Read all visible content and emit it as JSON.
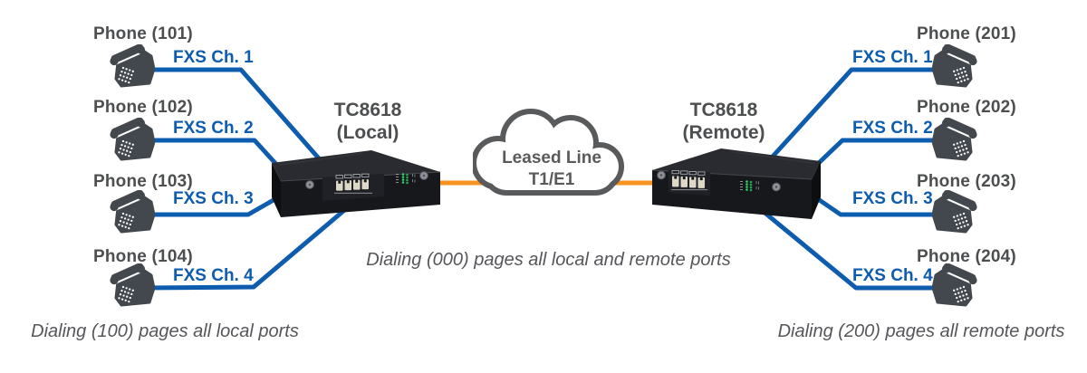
{
  "colors": {
    "fxs_line_blue": "#0d5cad",
    "leased_line_orange": "#f7931e",
    "label_text_gray": "#4c4e50",
    "caption_text_gray": "#55565a",
    "cloud_outline_gray": "#595a5c",
    "phone_body_gray": "#43484e",
    "led_green": "#35d06e"
  },
  "left": {
    "device": {
      "model": "TC8618",
      "role": "(Local)"
    },
    "phones": [
      {
        "label": "Phone (101)",
        "channel": "FXS Ch. 1"
      },
      {
        "label": "Phone (102)",
        "channel": "FXS Ch. 2"
      },
      {
        "label": "Phone (103)",
        "channel": "FXS Ch. 3"
      },
      {
        "label": "Phone (104)",
        "channel": "FXS Ch. 4"
      }
    ],
    "caption": "Dialing (100) pages all local ports"
  },
  "right": {
    "device": {
      "model": "TC8618",
      "role": "(Remote)"
    },
    "phones": [
      {
        "label": "Phone (201)",
        "channel": "FXS Ch. 1"
      },
      {
        "label": "Phone (202)",
        "channel": "FXS Ch. 2"
      },
      {
        "label": "Phone (203)",
        "channel": "FXS Ch. 3"
      },
      {
        "label": "Phone (204)",
        "channel": "FXS Ch. 4"
      }
    ],
    "caption": "Dialing (200) pages all remote ports"
  },
  "cloud": {
    "line1": "Leased Line",
    "line2": "T1/E1"
  },
  "center_caption": "Dialing (000) pages all local and remote ports"
}
